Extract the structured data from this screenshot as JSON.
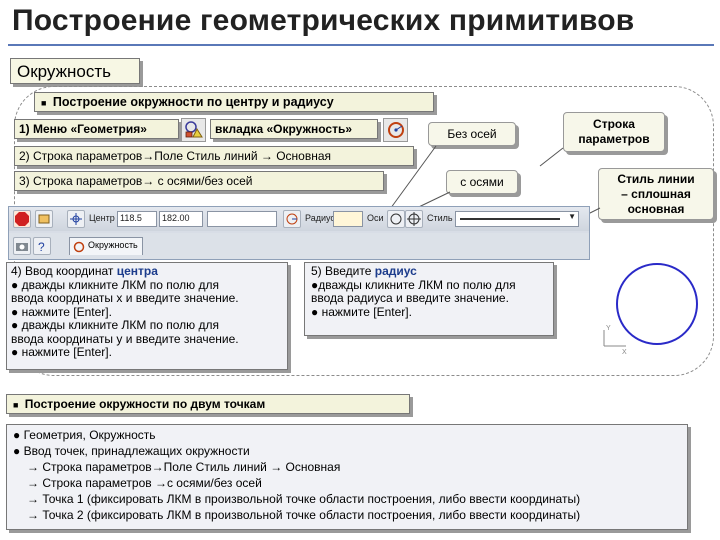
{
  "title": "Построение геометрических примитивов",
  "chip_title": "Окружность",
  "section1": {
    "bullet": "■",
    "label": "Построение окружности по центру и радиусу"
  },
  "step1": {
    "text": "1) Меню «Геометрия»",
    "tab_text": "вкладка «Окружность»"
  },
  "step2": {
    "text": "2) Строка параметров→Поле Стиль линий → Основная"
  },
  "step3": {
    "text": "3) Строка параметров→ с осями/без осей"
  },
  "callouts": {
    "no_axes": "Без осей",
    "with_axes": "с осями",
    "param_row": [
      "Строка",
      "параметров"
    ],
    "line_style": [
      "Стиль линии",
      "– сплошная",
      "основная"
    ]
  },
  "toolbar": {
    "center_label": "Центр",
    "center_value": "118.5",
    "center_value2": "182.00",
    "radius_label": "Радиус",
    "axes_label": "Оси",
    "style_label": "Стиль",
    "tab_label": "Окружность",
    "colors": {
      "accent": "#e84818",
      "panel": "#d8dde6"
    }
  },
  "step4": {
    "head_prefix": "4) Ввод координат ",
    "head_kw": "центра",
    "lines": [
      "● дважды кликните ЛКМ по полю для",
      "ввода координаты x и введите значение.",
      "● нажмите [Enter].",
      "● дважды кликните ЛКМ по полю для",
      "ввода координаты y и введите значение.",
      "● нажмите [Enter]."
    ]
  },
  "step5": {
    "head_prefix": "5) Введите ",
    "head_kw": "радиус",
    "lines": [
      "●дважды кликните ЛКМ по полю для",
      "ввода радиуса и введите значение.",
      "● нажмите [Enter]."
    ]
  },
  "section2": {
    "bullet": "■",
    "label": "Построение окружности по двум точкам"
  },
  "two_points": {
    "lines": [
      "● Геометрия, Окружность",
      "● Ввод точек, принадлежащих окружности",
      "→ Строка параметров→Поле Стиль линий → Основная",
      "→ Строка параметров →с осями/без осей",
      "→ Точка 1 (фиксировать ЛКМ в произвольной точке области построения, либо ввести координаты)",
      "→ Точка 2 (фиксировать ЛКМ в произвольной точке  области построения, либо ввести координаты)"
    ]
  }
}
